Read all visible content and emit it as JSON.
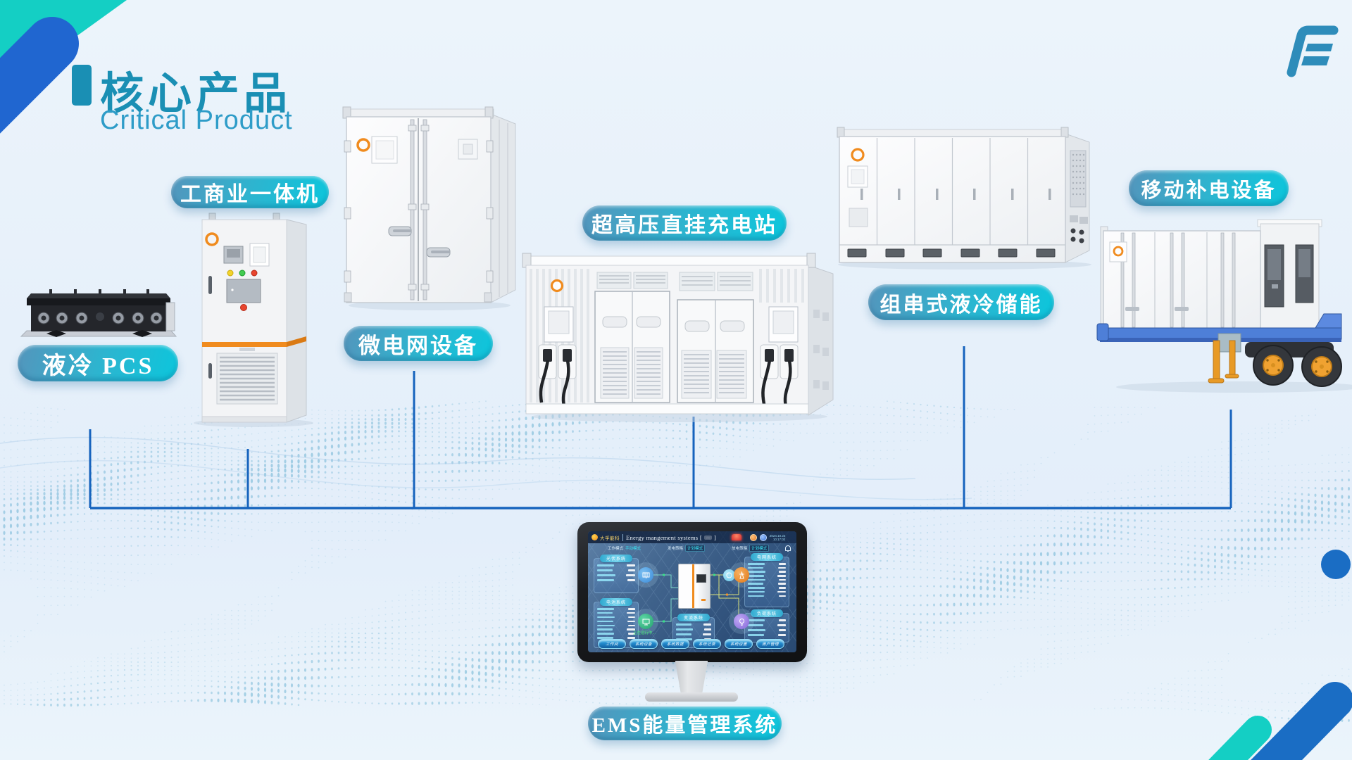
{
  "header": {
    "title": "核心产品",
    "subtitle": "Critical Product"
  },
  "logo": {
    "name": "FE 品牌标识"
  },
  "products": [
    {
      "id": "liquid-cooled-pcs",
      "label": "液冷 PCS"
    },
    {
      "id": "commercial-all-in-one",
      "label": "工商业一体机"
    },
    {
      "id": "microgrid-equipment",
      "label": "微电网设备"
    },
    {
      "id": "uhv-direct-charging-station",
      "label": "超高压直挂充电站"
    },
    {
      "id": "string-liquid-cooled-storage",
      "label": "组串式液冷储能"
    },
    {
      "id": "mobile-recharging-equipment",
      "label": "移动补电设备"
    },
    {
      "id": "ems",
      "label": "EMS能量管理系统"
    }
  ],
  "ems_screen": {
    "brand": "大孚能科",
    "title": "Energy mangement systems [",
    "title_dots": "…",
    "title_close": "]",
    "date": "2024.10.22",
    "time": "10:17:02",
    "modes": [
      {
        "k": "工作模式",
        "v": "手动模式"
      },
      {
        "k": "发电策略",
        "v": "计划模式"
      },
      {
        "k": "放电策略",
        "v": "计划模式"
      }
    ],
    "panels": {
      "pv": "光伏系统",
      "battery": "电池系统",
      "grid": "电网系统",
      "load": "负荷系统",
      "converter": "变流系统"
    },
    "status": "正在运行中...",
    "buttons": [
      "工作间",
      "系统设备",
      "系统数据",
      "系统记录",
      "系统设置",
      "用户管理"
    ]
  },
  "colors": {
    "accent_teal": "#1a8fb4",
    "pill_cyan": "#0cc6dc",
    "line_blue": "#1663bd",
    "brand_orange": "#f08b1e"
  }
}
